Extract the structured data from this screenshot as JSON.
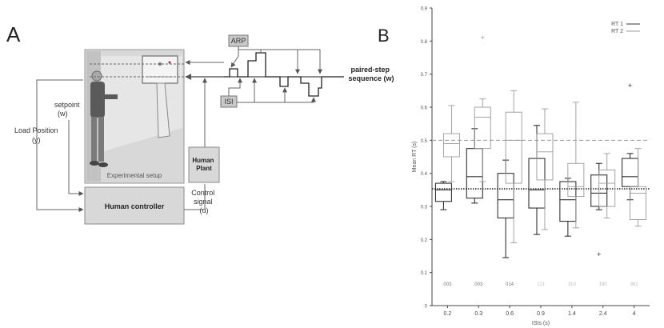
{
  "panel_a": {
    "label": "A",
    "experimental_setup": "Experimental setup",
    "human_plant": "Human Plant",
    "human_plant_lines": [
      "Human",
      "Plant"
    ],
    "human_controller": "Human controller",
    "control_signal_lines": [
      "Control",
      "signal",
      "(u)"
    ],
    "setpoint_lines": [
      "setpoint",
      "(w)"
    ],
    "load_position_lines": [
      "Load Position",
      "(y)"
    ],
    "arp": "ARP",
    "isi": "ISI",
    "sequence_lines": [
      "paired-step",
      "sequence (w)"
    ]
  },
  "panel_b": {
    "label": "B"
  },
  "chart_data": {
    "type": "boxplot",
    "xlabel": "ISIs (s)",
    "ylabel": "Mean RT (s)",
    "ylim": [
      0,
      0.9
    ],
    "yticks": [
      "0",
      "0.1",
      "0.2",
      "0.3",
      "0.4",
      "0.5",
      "0.6",
      "0.7",
      "0.8",
      "0.9"
    ],
    "categories": [
      "0.2",
      "0.3",
      "0.6",
      "0.9",
      "1.4",
      "2.4",
      "4"
    ],
    "p_values": [
      "003",
      "003",
      "014",
      "121",
      "310",
      "190",
      "361"
    ],
    "legend": [
      "RT 1",
      "RT 2"
    ],
    "legend_position": "top-right",
    "series": [
      {
        "name": "RT 1",
        "color": "#333333",
        "boxes": [
          {
            "min": 0.29,
            "q1": 0.315,
            "median": 0.35,
            "q3": 0.37,
            "max": 0.375,
            "outliers": []
          },
          {
            "min": 0.31,
            "q1": 0.325,
            "median": 0.39,
            "q3": 0.475,
            "max": 0.535,
            "outliers": []
          },
          {
            "min": 0.145,
            "q1": 0.265,
            "median": 0.32,
            "q3": 0.4,
            "max": 0.44,
            "outliers": []
          },
          {
            "min": 0.215,
            "q1": 0.295,
            "median": 0.35,
            "q3": 0.445,
            "max": 0.545,
            "outliers": []
          },
          {
            "min": 0.21,
            "q1": 0.255,
            "median": 0.32,
            "q3": 0.375,
            "max": 0.385,
            "outliers": []
          },
          {
            "min": 0.29,
            "q1": 0.3,
            "median": 0.34,
            "q3": 0.395,
            "max": 0.43,
            "outliers": [
              0.155
            ]
          },
          {
            "min": 0.32,
            "q1": 0.36,
            "median": 0.39,
            "q3": 0.445,
            "max": 0.46,
            "outliers": [
              0.665
            ]
          }
        ],
        "mean_line": 0.353
      },
      {
        "name": "RT 2",
        "color": "#9a9a9a",
        "boxes": [
          {
            "min": 0.375,
            "q1": 0.45,
            "median": 0.49,
            "q3": 0.52,
            "max": 0.605,
            "outliers": []
          },
          {
            "min": 0.375,
            "q1": 0.475,
            "median": 0.57,
            "q3": 0.6,
            "max": 0.625,
            "outliers": [
              0.81
            ]
          },
          {
            "min": 0.19,
            "q1": 0.37,
            "median": 0.5,
            "q3": 0.585,
            "max": 0.65,
            "outliers": []
          },
          {
            "min": 0.23,
            "q1": 0.38,
            "median": 0.465,
            "q3": 0.52,
            "max": 0.595,
            "outliers": []
          },
          {
            "min": 0.235,
            "q1": 0.33,
            "median": 0.36,
            "q3": 0.43,
            "max": 0.615,
            "outliers": []
          },
          {
            "min": 0.265,
            "q1": 0.3,
            "median": 0.37,
            "q3": 0.41,
            "max": 0.46,
            "outliers": []
          },
          {
            "min": 0.24,
            "q1": 0.26,
            "median": 0.34,
            "q3": 0.36,
            "max": 0.475,
            "outliers": []
          }
        ],
        "mean_line": 0.5
      }
    ]
  }
}
